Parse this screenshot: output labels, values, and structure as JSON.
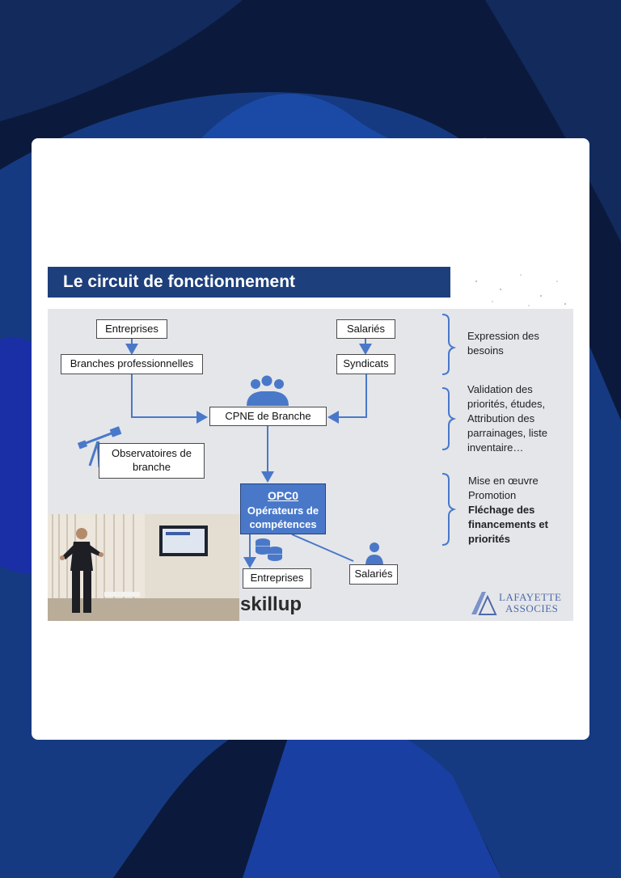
{
  "slide": {
    "title": "Le circuit de fonctionnement",
    "boxes": {
      "entreprises_top": "Entreprises",
      "branches": "Branches professionnelles",
      "salaries_top": "Salariés",
      "syndicats": "Syndicats",
      "cpne": "CPNE de Branche",
      "observatoires": "Observatoires de branche",
      "opco_title": "OPC0",
      "opco_subtitle": "Opérateurs de compétences",
      "entreprises_bottom": "Entreprises",
      "salaries_bottom": "Salariés"
    },
    "side": {
      "group1": [
        "Expression des",
        "besoins"
      ],
      "group2": [
        "Validation des",
        "priorités, études,",
        "Attribution des",
        "parrainages, liste",
        "inventaire…"
      ],
      "group3_plain": [
        "Mise en œuvre",
        "Promotion"
      ],
      "group3_bold": [
        "Fléchage des",
        "financements et",
        "priorités"
      ]
    },
    "logos": {
      "skillup": "skillup",
      "lafayette_line1": "LAFAYETTE",
      "lafayette_line2": "ASSOCIES"
    }
  },
  "colors": {
    "title_bar": "#1d3f7c",
    "accent": "#4a78c9",
    "background": "#0b1a3c"
  }
}
